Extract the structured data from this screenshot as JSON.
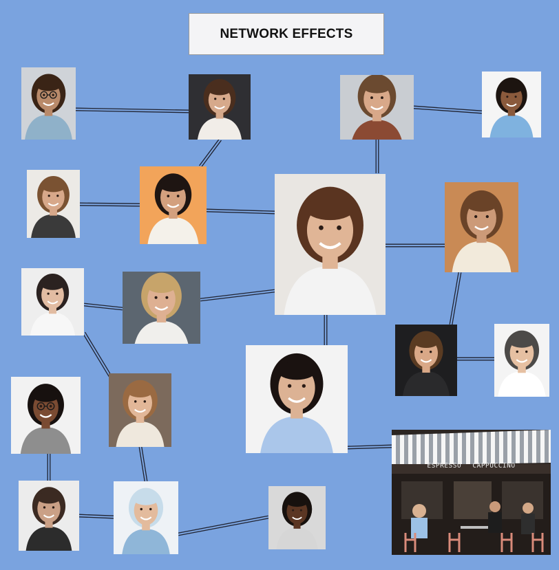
{
  "title": "NETWORK EFFECTS",
  "cafe_sign": "ESPRESSO CAPPUCCINO",
  "colors": {
    "background": "#7aa3df",
    "title_box": "#f4f4f6",
    "link": "#1f2230"
  },
  "people": [
    {
      "id": "p1",
      "bg": "#cfd3d8",
      "skin": "#b98a6a",
      "hair": "#3a2416",
      "shirt": "#8fb1c9",
      "glasses": true
    },
    {
      "id": "p2",
      "bg": "#2f2f33",
      "skin": "#d6a98b",
      "hair": "#4a2e1e",
      "shirt": "#f1ede8",
      "glasses": false
    },
    {
      "id": "p3",
      "bg": "#c9cdd2",
      "skin": "#d8a889",
      "hair": "#6b4a30",
      "shirt": "#8b4a33",
      "glasses": false
    },
    {
      "id": "p4",
      "bg": "#f5f5f5",
      "skin": "#8a5a3c",
      "hair": "#1c1410",
      "shirt": "#7fb2df",
      "glasses": false
    },
    {
      "id": "p5",
      "bg": "#eceae6",
      "skin": "#d7a88a",
      "hair": "#7a5232",
      "shirt": "#3a3a3a",
      "glasses": false
    },
    {
      "id": "p6",
      "bg": "#f2a45a",
      "skin": "#d3a07e",
      "hair": "#1e1512",
      "shirt": "#f4f1ea",
      "glasses": false
    },
    {
      "id": "p7",
      "bg": "#e9e6e2",
      "skin": "#e0b596",
      "hair": "#5a3420",
      "shirt": "#f3f3f3",
      "glasses": false
    },
    {
      "id": "p8",
      "bg": "#c98a55",
      "skin": "#cc9a78",
      "hair": "#6a4328",
      "shirt": "#f2eadb",
      "glasses": false
    },
    {
      "id": "p9",
      "bg": "#eeeeee",
      "skin": "#e2bca2",
      "hair": "#2b2220",
      "shirt": "#f7f7f7",
      "glasses": false
    },
    {
      "id": "p10",
      "bg": "#5c6670",
      "skin": "#deb092",
      "hair": "#c7a46a",
      "shirt": "#f0efec",
      "glasses": false
    },
    {
      "id": "p11",
      "bg": "#1e1e20",
      "skin": "#d9a887",
      "hair": "#5a3b22",
      "shirt": "#2a2a2c",
      "glasses": false
    },
    {
      "id": "p12",
      "bg": "#f4f4f4",
      "skin": "#e6c0a2",
      "hair": "#4c4a48",
      "shirt": "#ffffff",
      "glasses": false
    },
    {
      "id": "p13",
      "bg": "#f2f2f2",
      "skin": "#7a4b32",
      "hair": "#17110f",
      "shirt": "#8e8e8e",
      "glasses": true
    },
    {
      "id": "p14",
      "bg": "#7c6a5c",
      "skin": "#e2b798",
      "hair": "#9a6a42",
      "shirt": "#efe8dd",
      "glasses": false
    },
    {
      "id": "p15",
      "bg": "#f3f3f3",
      "skin": "#dcb294",
      "hair": "#1a1210",
      "shirt": "#aac6ea",
      "glasses": false
    },
    {
      "id": "p16",
      "bg": "#ececec",
      "skin": "#caa086",
      "hair": "#3b2a22",
      "shirt": "#2c2c2c",
      "glasses": false
    },
    {
      "id": "p17",
      "bg": "#eef2f6",
      "skin": "#e3bb9d",
      "hair": "#c7dcea",
      "shirt": "#8fb6d8",
      "glasses": false
    },
    {
      "id": "p18",
      "bg": "#d9d9d9",
      "skin": "#5b3623",
      "hair": "#17110e",
      "shirt": "#d6d6d6",
      "glasses": false
    }
  ]
}
